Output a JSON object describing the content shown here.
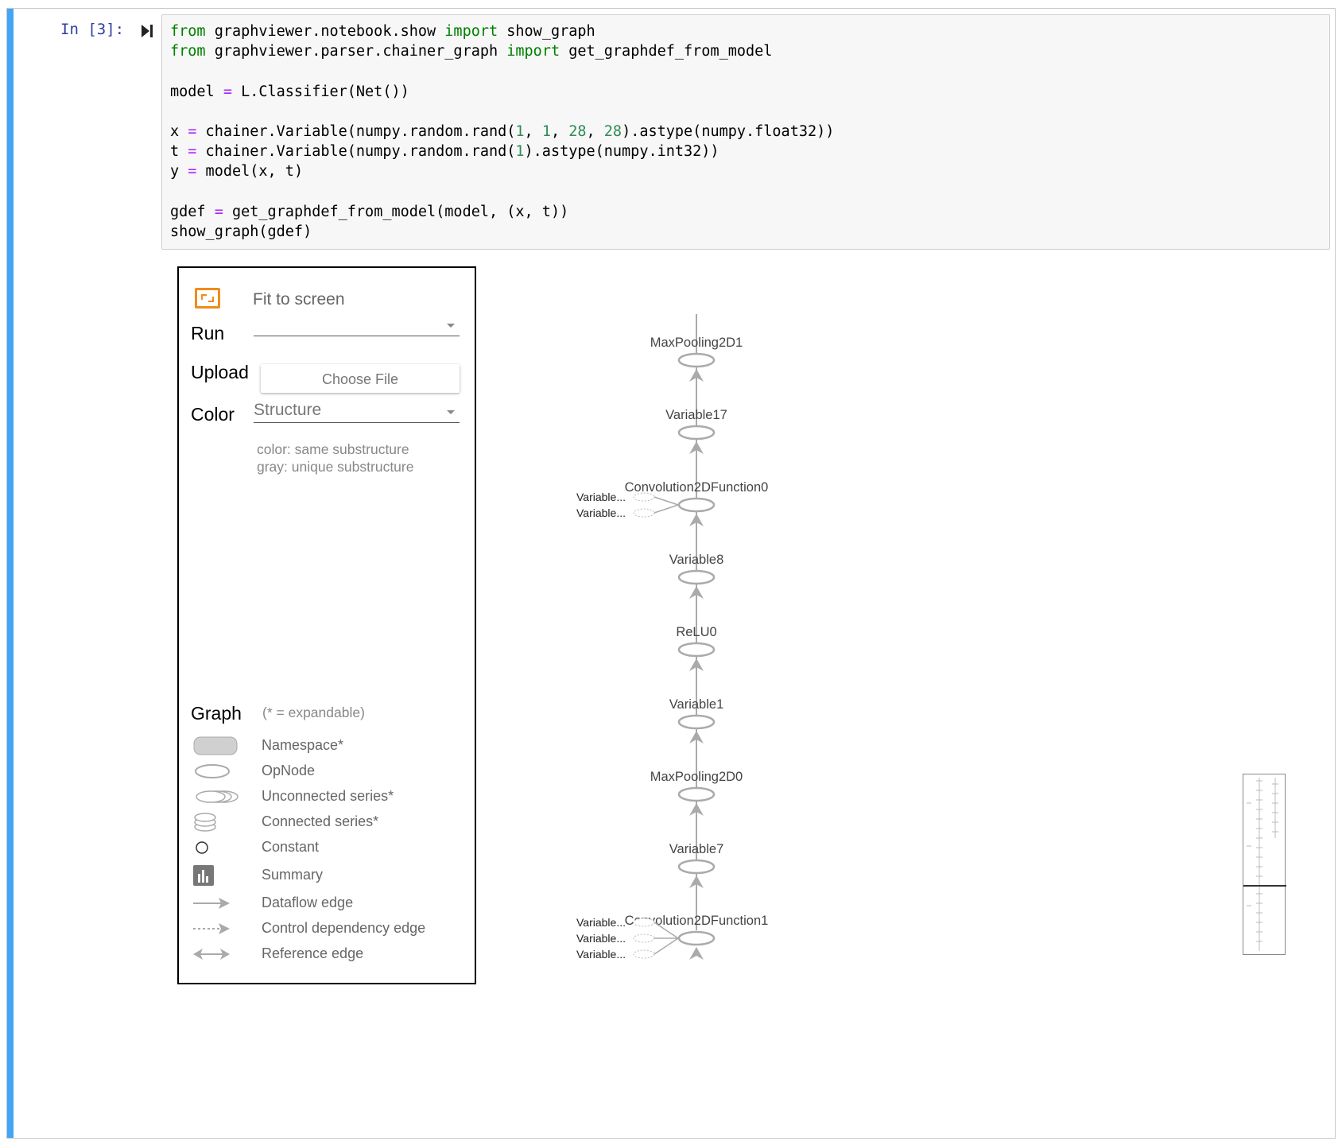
{
  "cell": {
    "prompt": "In [3]:",
    "code_lines": [
      [
        [
          "kw",
          "from"
        ],
        [
          "t",
          " graphviewer.notebook.show "
        ],
        [
          "kw",
          "import"
        ],
        [
          "t",
          " show_graph"
        ]
      ],
      [
        [
          "kw",
          "from"
        ],
        [
          "t",
          " graphviewer.parser.chainer_graph "
        ],
        [
          "kw",
          "import"
        ],
        [
          "t",
          " get_graphdef_from_model"
        ]
      ],
      [],
      [
        [
          "t",
          "model "
        ],
        [
          "op",
          "="
        ],
        [
          "t",
          " L.Classifier(Net())"
        ]
      ],
      [],
      [
        [
          "t",
          "x "
        ],
        [
          "op",
          "="
        ],
        [
          "t",
          " chainer.Variable(numpy.random.rand("
        ],
        [
          "num",
          "1"
        ],
        [
          "t",
          ", "
        ],
        [
          "num",
          "1"
        ],
        [
          "t",
          ", "
        ],
        [
          "num",
          "28"
        ],
        [
          "t",
          ", "
        ],
        [
          "num",
          "28"
        ],
        [
          "t",
          ").astype(numpy.float32))"
        ]
      ],
      [
        [
          "t",
          "t "
        ],
        [
          "op",
          "="
        ],
        [
          "t",
          " chainer.Variable(numpy.random.rand("
        ],
        [
          "num",
          "1"
        ],
        [
          "t",
          ").astype(numpy.int32))"
        ]
      ],
      [
        [
          "t",
          "y "
        ],
        [
          "op",
          "="
        ],
        [
          "t",
          " model(x, t)"
        ]
      ],
      [],
      [
        [
          "t",
          "gdef "
        ],
        [
          "op",
          "="
        ],
        [
          "t",
          " get_graphdef_from_model(model, (x, t))"
        ]
      ],
      [
        [
          "t",
          "show_graph(gdef)"
        ]
      ]
    ]
  },
  "controls": {
    "fit_label": "Fit to screen",
    "run_label": "Run",
    "run_value": "",
    "upload_label": "Upload",
    "upload_button": "Choose File",
    "color_label": "Color",
    "color_value": "Structure",
    "color_hint_1": "color: same substructure",
    "color_hint_2": "gray: unique substructure"
  },
  "legend": {
    "title": "Graph",
    "subtitle": "(* = expandable)",
    "items": [
      {
        "icon": "namespace-icon",
        "label": "Namespace*"
      },
      {
        "icon": "opnode-icon",
        "label": "OpNode"
      },
      {
        "icon": "unconnected-series-icon",
        "label": "Unconnected series*"
      },
      {
        "icon": "connected-series-icon",
        "label": "Connected series*"
      },
      {
        "icon": "constant-icon",
        "label": "Constant"
      },
      {
        "icon": "summary-icon",
        "label": "Summary"
      },
      {
        "icon": "dataflow-edge-icon",
        "label": "Dataflow edge"
      },
      {
        "icon": "control-dependency-edge-icon",
        "label": "Control dependency edge"
      },
      {
        "icon": "reference-edge-icon",
        "label": "Reference edge"
      }
    ]
  },
  "graph": {
    "nodes": [
      "MaxPooling2D1",
      "Variable17",
      "Convolution2DFunction0",
      "Variable8",
      "ReLU0",
      "Variable1",
      "MaxPooling2D0",
      "Variable7",
      "Convolution2DFunction1"
    ],
    "conv0_inputs": [
      "Variable...",
      "Variable..."
    ],
    "conv1_inputs": [
      "Variable...",
      "Variable...",
      "Variable..."
    ]
  },
  "colors": {
    "accent": "#f08c1a",
    "cell_bar": "#42a5f5",
    "graph_stroke": "#aaaaaa"
  }
}
